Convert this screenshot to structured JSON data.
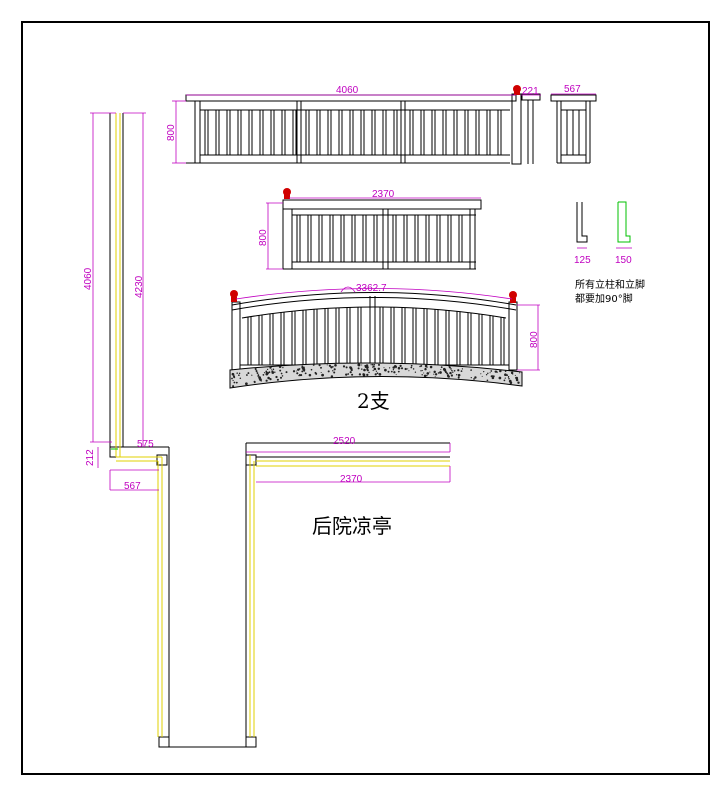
{
  "dimensions": {
    "rail_long_length": "4060",
    "rail_long_height": "800",
    "post_small": "221",
    "side_width": "567",
    "rail_mid_length": "2370",
    "rail_mid_height": "800",
    "foot_a": "125",
    "foot_b": "150",
    "arch_length": "3362.7",
    "arch_height": "800",
    "plan_left_outer": "4060",
    "plan_left_inner": "4230",
    "plan_corner_a": "575",
    "plan_corner_b": "212",
    "plan_corner_c": "567",
    "plan_right_top": "2520",
    "plan_right_inner": "2370"
  },
  "notes": {
    "posts_line1": "所有立柱和立脚",
    "posts_line2": "都要加90°脚"
  },
  "labels": {
    "quantity": "2支",
    "title": "后院凉亭"
  },
  "colors": {
    "frame": "#000000",
    "dimension": "#c000c0",
    "plan_line": "#e0d000",
    "post_cap": "#d00000",
    "foot_green": "#00c000"
  }
}
